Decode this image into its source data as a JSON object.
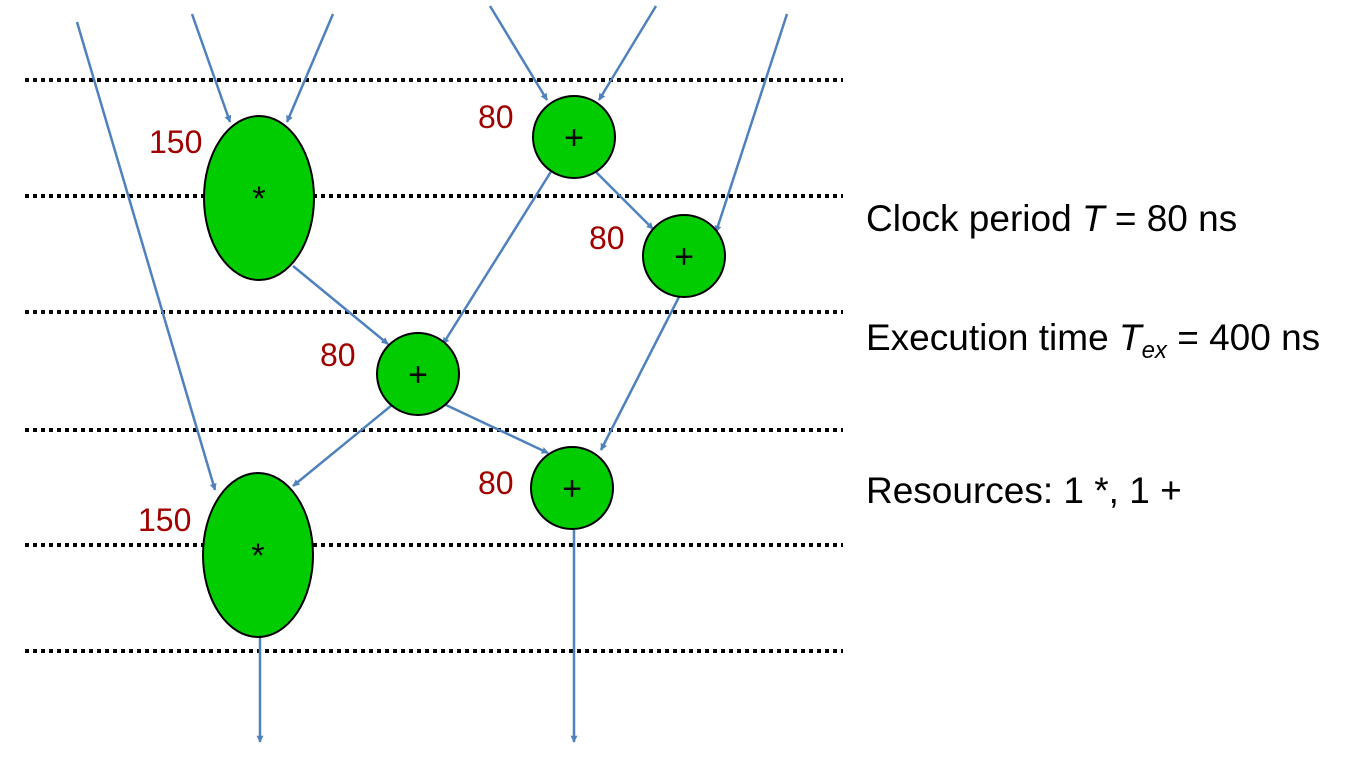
{
  "colors": {
    "node_fill": "#00cc00",
    "node_stroke": "#000000",
    "edge": "#4f81bd",
    "delay_label": "#a00000",
    "divider": "#000000"
  },
  "nodes": [
    {
      "id": "mul1",
      "op": "*",
      "delay": "150"
    },
    {
      "id": "add1",
      "op": "+",
      "delay": "80"
    },
    {
      "id": "add2",
      "op": "+",
      "delay": "80"
    },
    {
      "id": "add3",
      "op": "+",
      "delay": "80"
    },
    {
      "id": "mul2",
      "op": "*",
      "delay": "150"
    },
    {
      "id": "add4",
      "op": "+",
      "delay": "80"
    }
  ],
  "edges": [
    {
      "from": "mul1",
      "to": "add3"
    },
    {
      "from": "add1",
      "to": "add3"
    },
    {
      "from": "add1",
      "to": "add2"
    },
    {
      "from": "add3",
      "to": "mul2"
    },
    {
      "from": "add3",
      "to": "add4"
    },
    {
      "from": "add2",
      "to": "add4"
    }
  ],
  "captions": {
    "clock": {
      "prefix": "Clock period ",
      "var": "T",
      "suffix": " = 80 ns"
    },
    "exec": {
      "prefix": "Execution time ",
      "var": "T",
      "sub": "ex",
      "suffix": " = 400 ns"
    },
    "resources": {
      "text": "Resources: 1 *, 1 +"
    }
  }
}
